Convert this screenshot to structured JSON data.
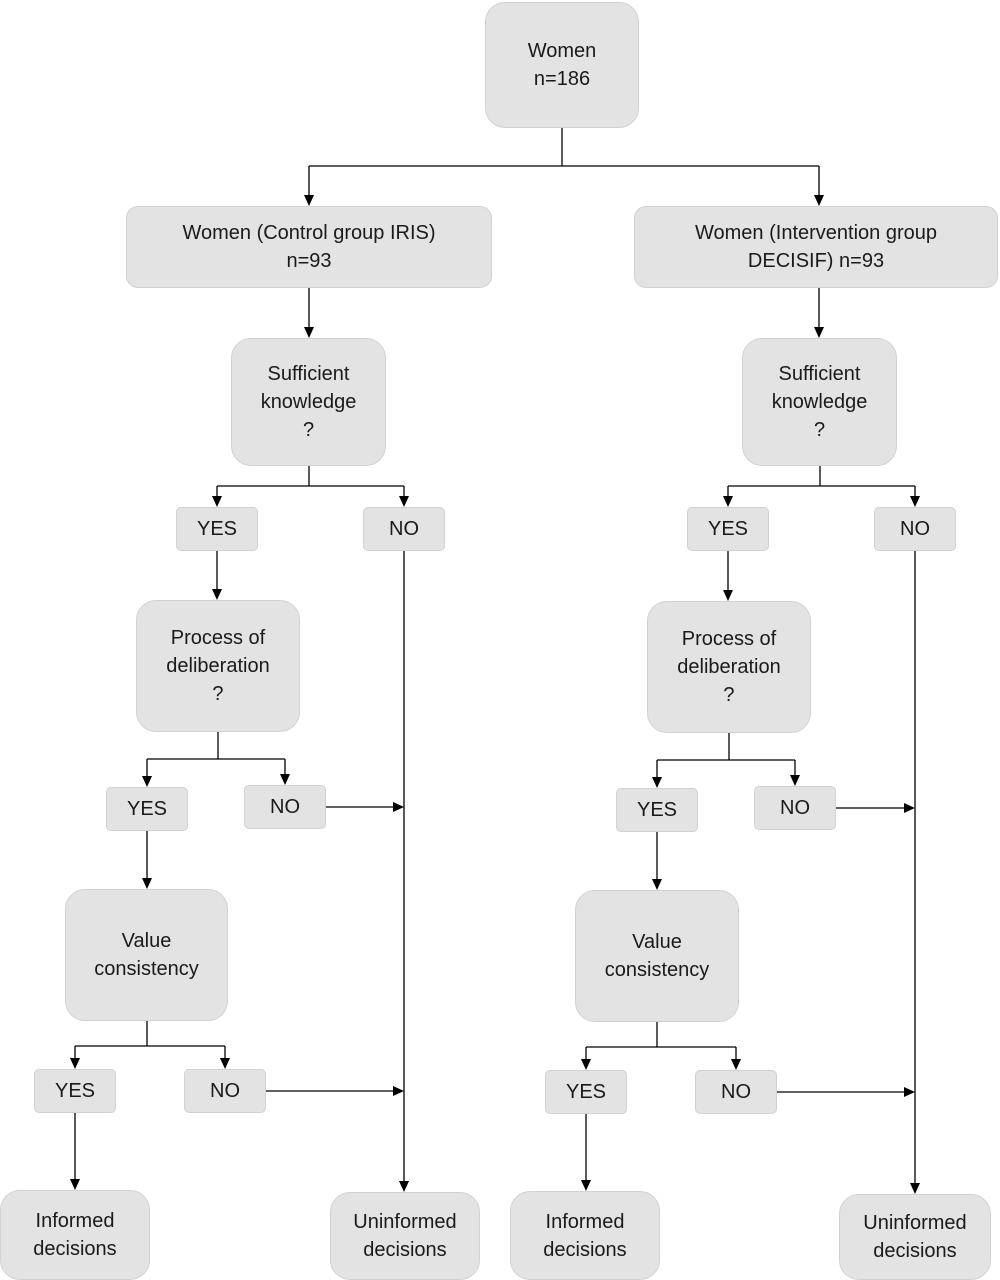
{
  "root": {
    "label": "Women\nn=186"
  },
  "groups": [
    {
      "id": "control",
      "header": "Women (Control group IRIS)\nn=93",
      "knowledge": "Sufficient\nknowledge\n?",
      "knowledge_yes": "YES",
      "knowledge_no": "NO",
      "deliberation": "Process of\ndeliberation\n?",
      "deliberation_yes": "YES",
      "deliberation_no": "NO",
      "consistency": "Value\nconsistency",
      "consistency_yes": "YES",
      "consistency_no": "NO",
      "informed": "Informed\ndecisions",
      "uninformed": "Uninformed\ndecisions"
    },
    {
      "id": "intervention",
      "header": "Women (Intervention group\nDECISIF) n=93",
      "knowledge": "Sufficient\nknowledge\n?",
      "knowledge_yes": "YES",
      "knowledge_no": "NO",
      "deliberation": "Process of\ndeliberation\n?",
      "deliberation_yes": "YES",
      "deliberation_no": "NO",
      "consistency": "Value\nconsistency",
      "consistency_yes": "YES",
      "consistency_no": "NO",
      "informed": "Informed\ndecisions",
      "uninformed": "Uninformed\ndecisions"
    }
  ],
  "colors": {
    "box_fill": "#e3e3e3",
    "box_border": "#d2d2d2",
    "text": "#1a1a1a",
    "connector": "#000000"
  }
}
